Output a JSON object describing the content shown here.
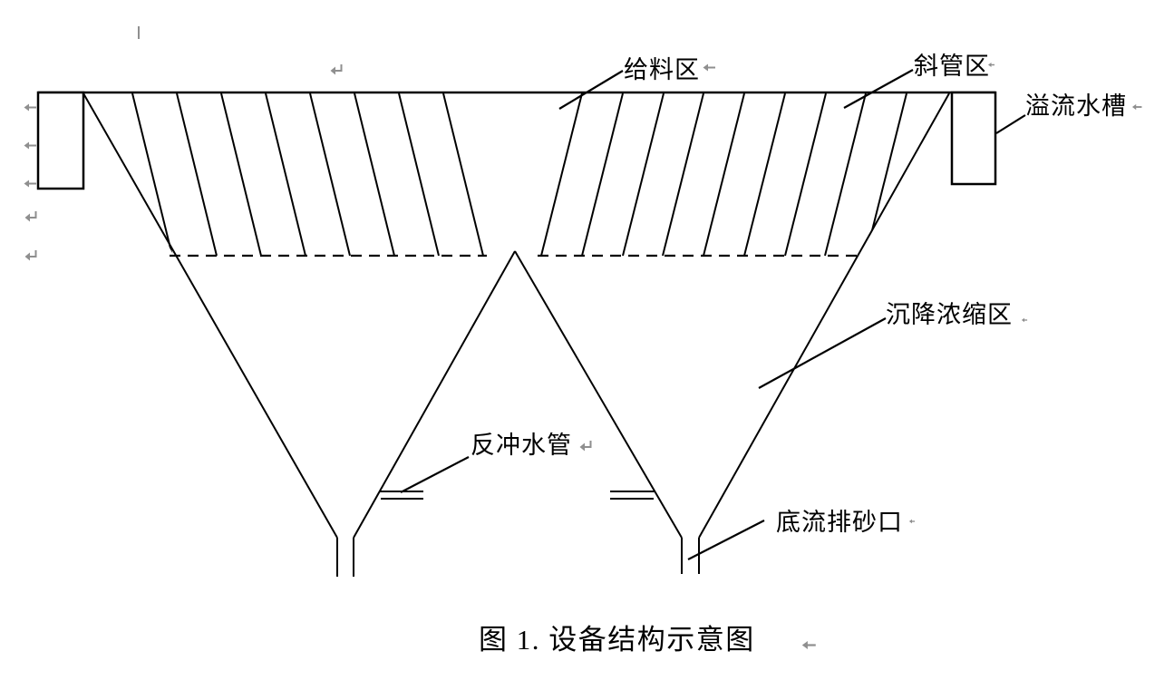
{
  "document": {
    "figure_caption": "图 1. 设备结构示意图",
    "diagram": {
      "labels": {
        "feed_zone": "给料区",
        "inclined_tube_zone": "斜管区",
        "overflow_trough": "溢流水槽",
        "settling_thickening_zone": "沉降浓缩区",
        "backwash_pipe": "反冲水管",
        "underflow_sand_outlet": "底流排砂口"
      },
      "line_color": "#000000",
      "background_color": "#ffffff"
    },
    "formatting_marks": {
      "line_break_icon": "↵",
      "left_arrow_icon": "←",
      "cursor_icon": "|",
      "mark_color": "#8f8f8f"
    }
  }
}
